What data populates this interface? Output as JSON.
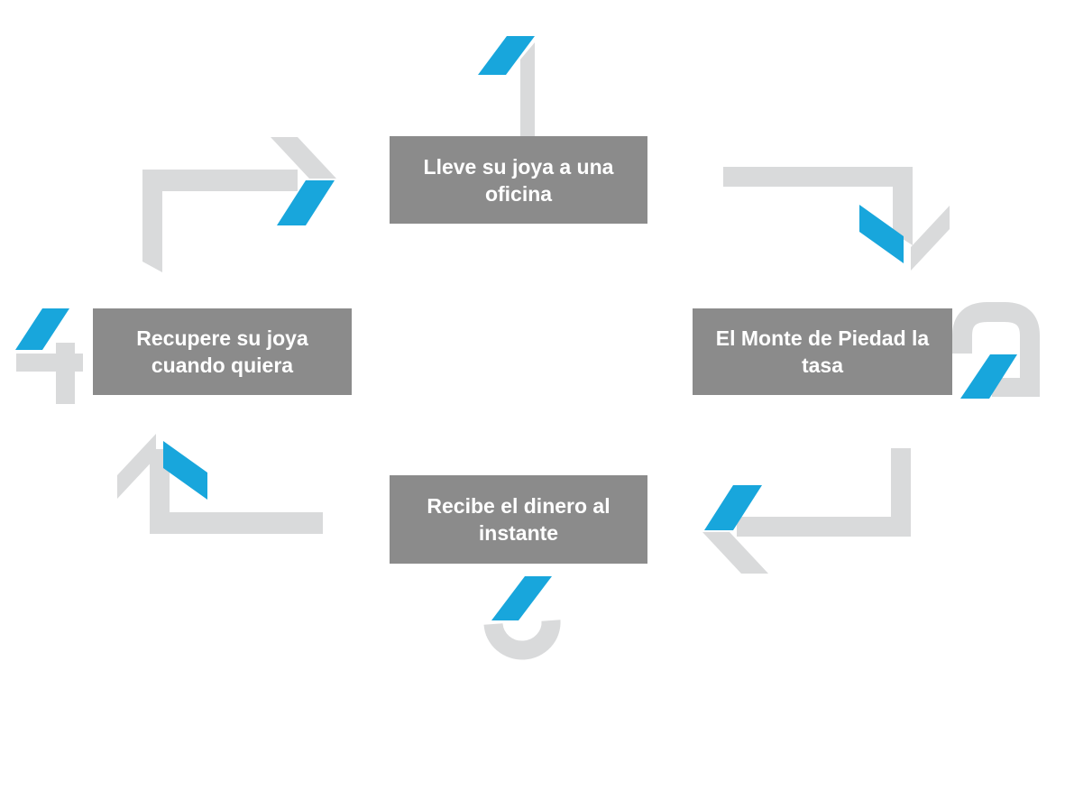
{
  "diagram": {
    "type": "process-cycle",
    "steps": [
      {
        "number": "1",
        "position": "top",
        "label": "Lleve su joya a una oficina"
      },
      {
        "number": "2",
        "position": "right",
        "label": "El Monte de Piedad la tasa"
      },
      {
        "number": "3",
        "position": "bottom",
        "label": "Recibe el dinero al instante"
      },
      {
        "number": "4",
        "position": "left",
        "label": "Recupere su joya cuando quiera"
      }
    ],
    "arrows": [
      {
        "from_step": "1",
        "to_step": "2",
        "direction": "down"
      },
      {
        "from_step": "2",
        "to_step": "3",
        "direction": "left"
      },
      {
        "from_step": "3",
        "to_step": "4",
        "direction": "up"
      },
      {
        "from_step": "4",
        "to_step": "1",
        "direction": "right"
      }
    ]
  },
  "colors": {
    "accent_blue": "#18a6dc",
    "shape_gray": "#d9dadb",
    "box_gray": "#8b8b8b",
    "box_text": "#ffffff",
    "background": "#ffffff"
  }
}
